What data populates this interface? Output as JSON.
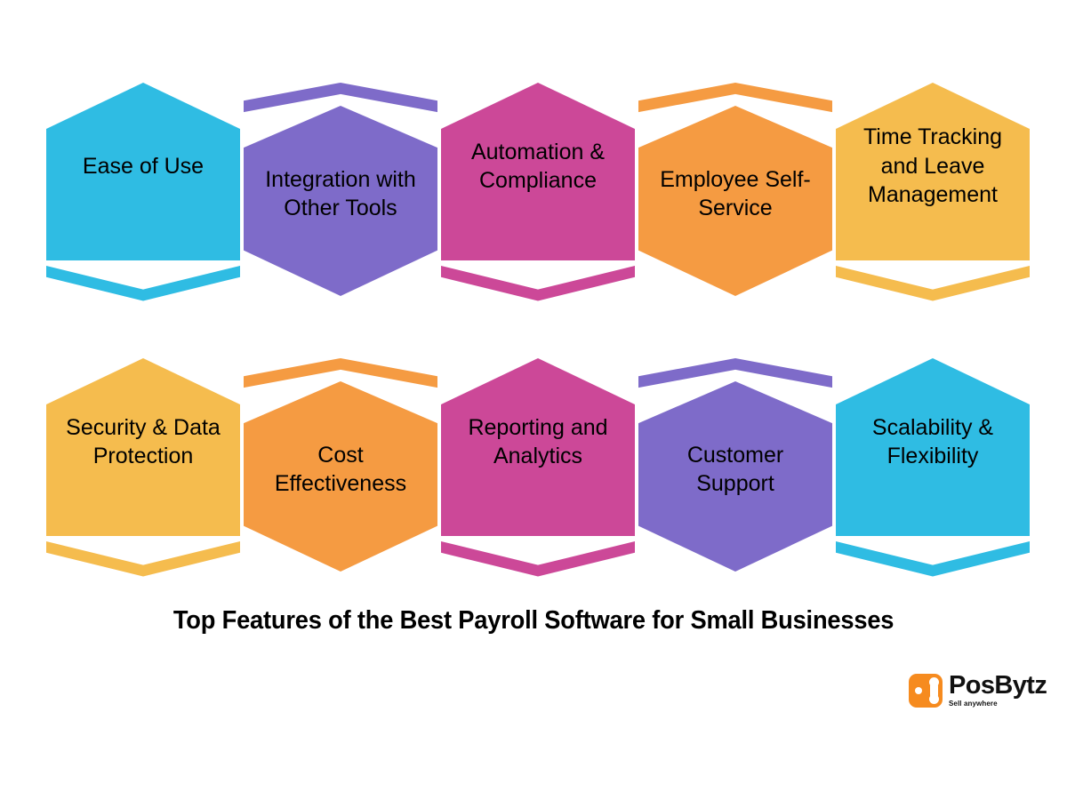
{
  "title": "Top Features of the Best Payroll Software for Small Businesses",
  "colors": {
    "cyan": "#2FBCE3",
    "purple": "#7E6BC9",
    "pink": "#CC4898",
    "orange": "#F59B42",
    "yellow": "#F5BC4E",
    "logo_orange": "#F68B1F",
    "text": "#000000",
    "background": "#FFFFFF"
  },
  "rows": [
    {
      "cells": [
        {
          "label": "Ease of Use",
          "color": "#2FBCE3",
          "sliver": "bottom"
        },
        {
          "label": "Integration with Other Tools",
          "color": "#7E6BC9",
          "sliver": "top"
        },
        {
          "label": "Automation & Compliance",
          "color": "#CC4898",
          "sliver": "bottom"
        },
        {
          "label": "Employee Self-Service",
          "color": "#F59B42",
          "sliver": "top"
        },
        {
          "label": "Time Tracking and Leave Management",
          "color": "#F5BC4E",
          "sliver": "bottom"
        }
      ]
    },
    {
      "cells": [
        {
          "label": "Security & Data Protection",
          "color": "#F5BC4E",
          "sliver": "bottom"
        },
        {
          "label": "Cost Effectiveness",
          "color": "#F59B42",
          "sliver": "top"
        },
        {
          "label": "Reporting and Analytics",
          "color": "#CC4898",
          "sliver": "bottom"
        },
        {
          "label": "Customer Support",
          "color": "#7E6BC9",
          "sliver": "top"
        },
        {
          "label": "Scalability & Flexibility",
          "color": "#2FBCE3",
          "sliver": "bottom"
        }
      ]
    }
  ],
  "logo": {
    "name": "PosBytz",
    "tagline": "Sell anywhere",
    "mark": "posbytz-mark-icon"
  }
}
